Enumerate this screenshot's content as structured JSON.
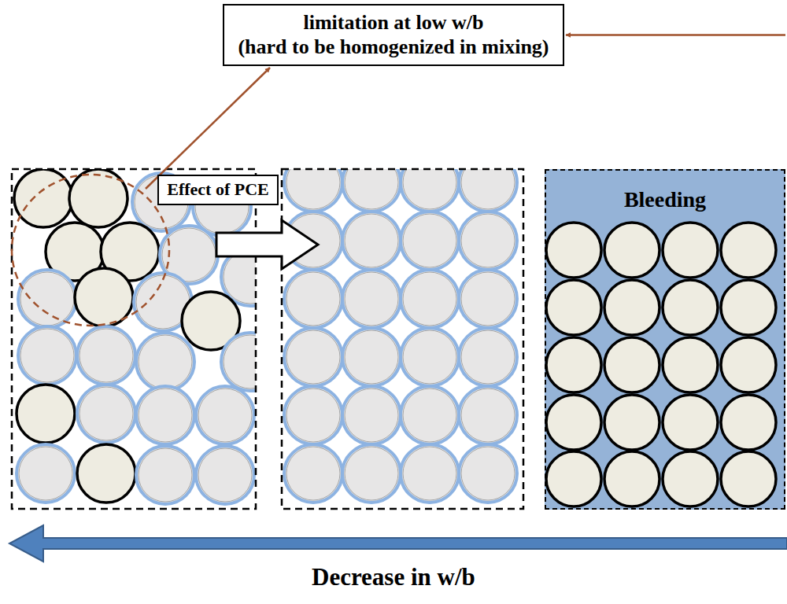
{
  "diagram": {
    "nodes": [
      {
        "text": [
          "limitation at low w/b",
          "(hard to be homogenized in mixing)"
        ]
      },
      {
        "text": [
          "Effect of PCE"
        ]
      },
      {
        "text": [
          "Bleeding"
        ]
      }
    ],
    "labels": [
      "Decrease in w/b"
    ]
  }
}
